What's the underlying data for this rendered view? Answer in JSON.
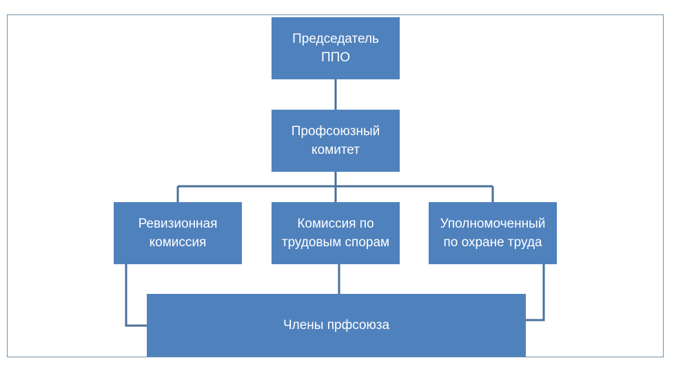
{
  "diagram": {
    "nodes": [
      {
        "id": "chair",
        "label": "Председатель\nППО"
      },
      {
        "id": "committee",
        "label": "Профсоюзный\nкомитет"
      },
      {
        "id": "audit",
        "label": "Ревизионная\nкомиссия"
      },
      {
        "id": "labor",
        "label": "Комиссия по\nтрудовым спорам"
      },
      {
        "id": "safety",
        "label": "Уполномоченный\nпо охране труда"
      },
      {
        "id": "members",
        "label": "Члены прфсоюза"
      }
    ],
    "edges": [
      [
        "chair",
        "committee"
      ],
      [
        "committee",
        "audit"
      ],
      [
        "committee",
        "labor"
      ],
      [
        "committee",
        "safety"
      ],
      [
        "audit",
        "members"
      ],
      [
        "labor",
        "members"
      ],
      [
        "safety",
        "members"
      ]
    ],
    "colors": {
      "box_fill": "#4f81bd",
      "box_text": "#ffffff",
      "connector": "#4a6f9c",
      "frame_border": "#6f8fa6"
    }
  }
}
